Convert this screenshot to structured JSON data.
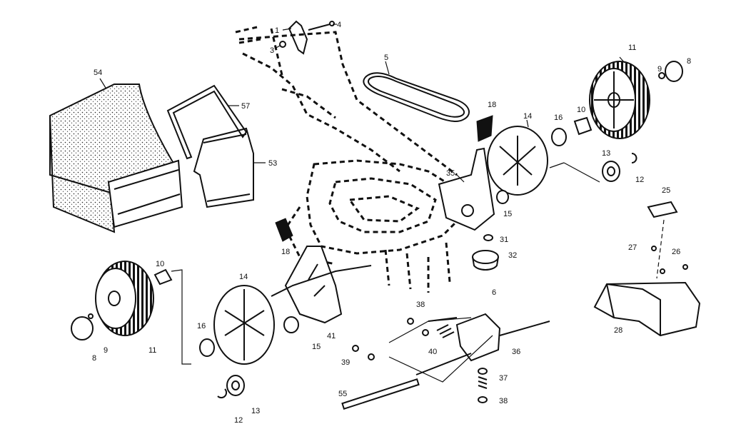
{
  "callouts": {
    "c1": "1",
    "c3": "3",
    "c4": "4",
    "c5": "5",
    "c54": "54",
    "c57": "57",
    "c53": "53",
    "c18a": "18",
    "c14a": "14",
    "c16a": "16",
    "c10a": "10",
    "c11a": "11",
    "c9a": "9",
    "c8a": "8",
    "c13a": "13",
    "c12a": "12",
    "c35": "35",
    "c15a": "15",
    "c31": "31",
    "c32": "32",
    "c25": "25",
    "c27": "27",
    "c26": "26",
    "c28": "28",
    "c18b": "18",
    "c10b": "10",
    "c14b": "14",
    "c9b": "9",
    "c8b": "8",
    "c11b": "11",
    "c16b": "16",
    "c41": "41",
    "c15b": "15",
    "c12b": "12",
    "c13b": "13",
    "c6": "6",
    "c38a": "38",
    "c39": "39",
    "c40": "40",
    "c36": "36",
    "c37": "37",
    "c38b": "38",
    "c55": "55"
  }
}
